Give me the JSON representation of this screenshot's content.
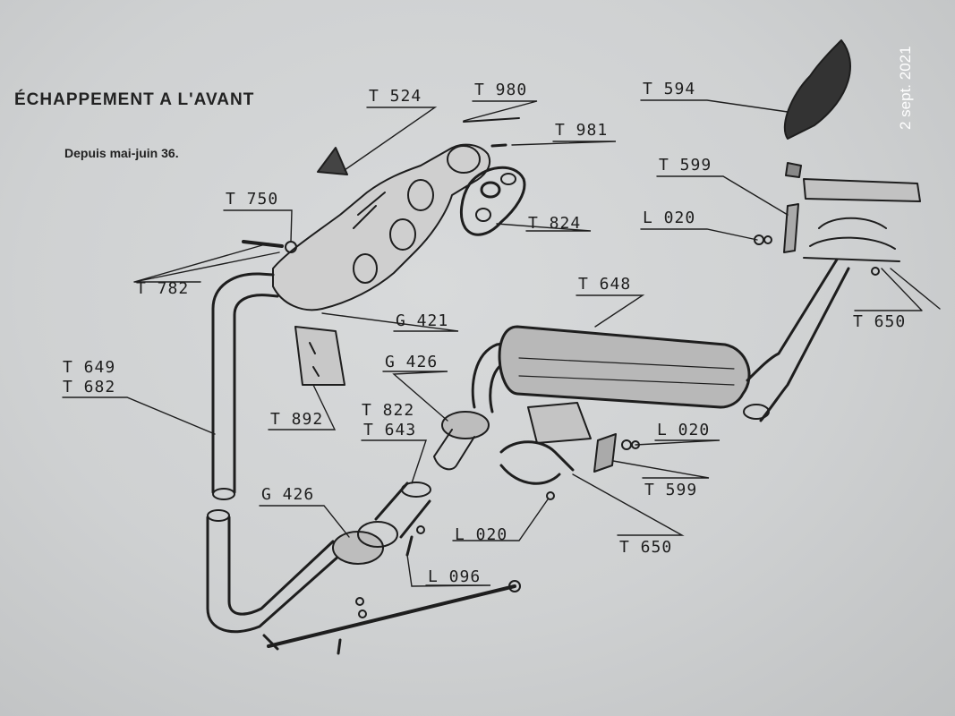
{
  "header": {
    "title": "ÉCHAPPEMENT A L'AVANT",
    "subtitle": "Depuis mai-juin 36.",
    "date_stamp": "2 sept. 2021"
  },
  "parts": {
    "T524": "T 524",
    "T980": "T 980",
    "T981": "T 981",
    "T594": "T 594",
    "T599a": "T 599",
    "T750": "T 750",
    "L020a": "L 020",
    "T824": "T 824",
    "T782": "T 782",
    "T648": "T 648",
    "T650a": "T 650",
    "G421": "G 421",
    "T649": "T 649",
    "T682": "T 682",
    "G426a": "G 426",
    "T892": "T 892",
    "T822": "T 822",
    "T643": "T 643",
    "L020b": "L 020",
    "T599b": "T 599",
    "G426b": "G 426",
    "L020c": "L 020",
    "T650b": "T 650",
    "L096": "L 096"
  },
  "colors": {
    "paper": "#d2d4d5",
    "ink": "#1e1e1e",
    "stamp": "#ffffff"
  }
}
